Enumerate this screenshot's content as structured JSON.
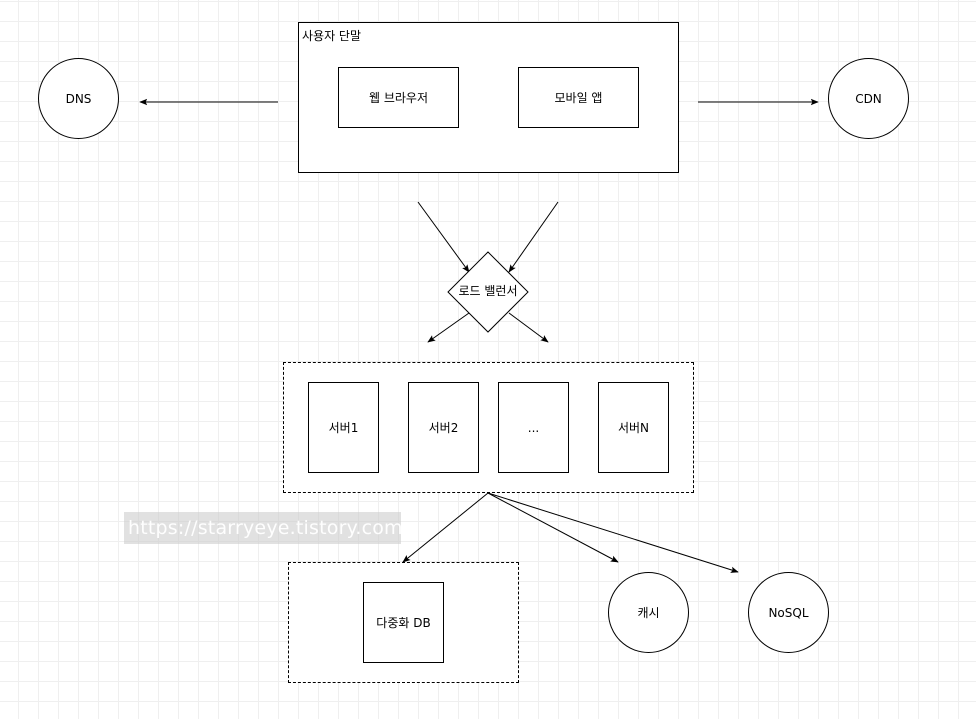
{
  "client_group": {
    "title": "사용자 단말"
  },
  "nodes": {
    "web_browser": "웹 브라우저",
    "mobile_app": "모바일 앱",
    "dns": "DNS",
    "cdn": "CDN",
    "load_balancer": "로드 밸런서",
    "server1": "서버1",
    "server2": "서버2",
    "server_ellipsis": "...",
    "serverN": "서버N",
    "db": "다중화 DB",
    "cache": "캐시",
    "nosql": "NoSQL"
  },
  "watermark": "https://starryeye.tistory.com"
}
